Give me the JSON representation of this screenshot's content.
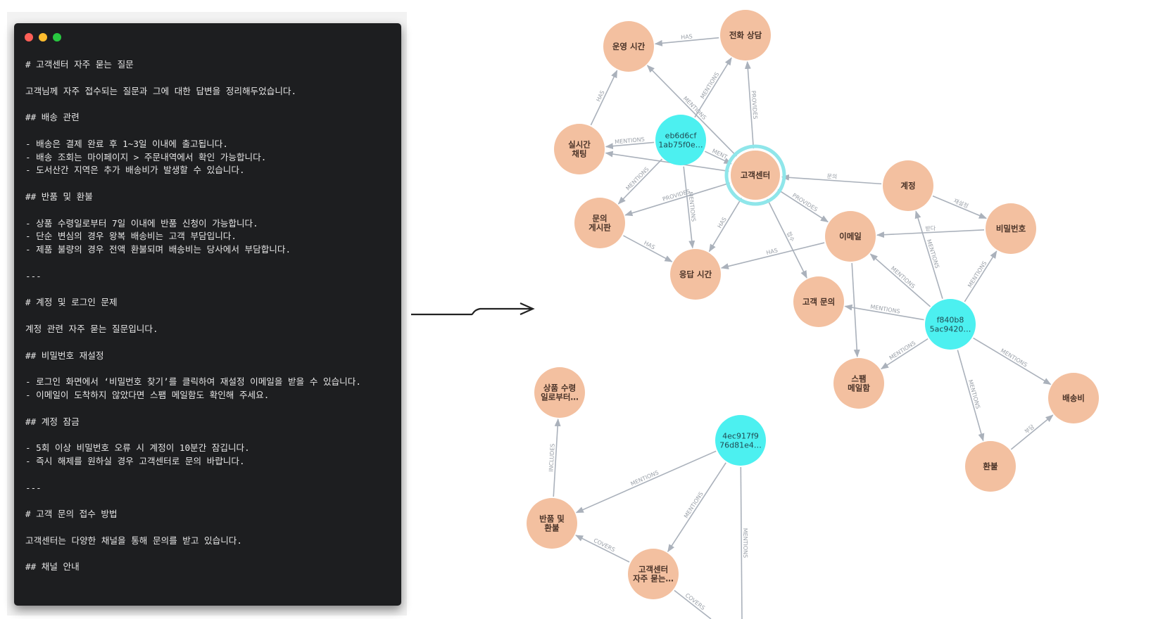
{
  "editor": {
    "lines": [
      "# 고객센터 자주 묻는 질문",
      "",
      "고객님께 자주 접수되는 질문과 그에 대한 답변을 정리해두었습니다.",
      "",
      "## 배송 관련",
      "",
      "- 배송은 결제 완료 후 1~3일 이내에 출고됩니다.",
      "- 배송 조회는 마이페이지 > 주문내역에서 확인 가능합니다.",
      "- 도서산간 지역은 추가 배송비가 발생할 수 있습니다.",
      "",
      "## 반품 및 환불",
      "",
      "- 상품 수령일로부터 7일 이내에 반품 신청이 가능합니다.",
      "- 단순 변심의 경우 왕복 배송비는 고객 부담입니다.",
      "- 제품 불량의 경우 전액 환불되며 배송비는 당사에서 부담합니다.",
      "",
      "---",
      "",
      "# 계정 및 로그인 문제",
      "",
      "계정 관련 자주 묻는 질문입니다.",
      "",
      "## 비밀번호 재설정",
      "",
      "- 로그인 화면에서 ‘비밀번호 찾기’를 클릭하여 재설정 이메일을 받을 수 있습니다.",
      "- 이메일이 도착하지 않았다면 스팸 메일함도 확인해 주세요.",
      "",
      "## 계정 잠금",
      "",
      "- 5회 이상 비밀번호 오류 시 계정이 10분간 잠깁니다.",
      "- 즉시 해제를 원하실 경우 고객센터로 문의 바랍니다.",
      "",
      "---",
      "",
      "# 고객 문의 접수 방법",
      "",
      "고객센터는 다양한 채널을 통해 문의를 받고 있습니다.",
      "",
      "## 채널 안내"
    ]
  },
  "graph": {
    "colors": {
      "entity": "#f3c0a0",
      "chunk": "#4cf0f0",
      "edge": "#aab1bb",
      "highlight_ring": "#8fe6ea"
    },
    "nodes": [
      {
        "id": "unyoung",
        "lines": [
          "운영 시간"
        ],
        "kind": "entity"
      },
      {
        "id": "jeonhwa",
        "lines": [
          "전화 상담"
        ],
        "kind": "entity"
      },
      {
        "id": "silsigan",
        "lines": [
          "실시간",
          "채팅"
        ],
        "kind": "entity"
      },
      {
        "id": "chunk1",
        "lines": [
          "eb6d6cf",
          "1ab75f0e…"
        ],
        "kind": "chunk"
      },
      {
        "id": "gogaek",
        "lines": [
          "고객센터"
        ],
        "kind": "entity",
        "highlight": true
      },
      {
        "id": "gyejeong",
        "lines": [
          "계정"
        ],
        "kind": "entity"
      },
      {
        "id": "bimil",
        "lines": [
          "비밀번호"
        ],
        "kind": "entity"
      },
      {
        "id": "munui",
        "lines": [
          "문의",
          "게시판"
        ],
        "kind": "entity"
      },
      {
        "id": "email",
        "lines": [
          "이메일"
        ],
        "kind": "entity"
      },
      {
        "id": "eungdap",
        "lines": [
          "응답 시간"
        ],
        "kind": "entity"
      },
      {
        "id": "gogaekmunui",
        "lines": [
          "고객 문의"
        ],
        "kind": "entity"
      },
      {
        "id": "chunk2",
        "lines": [
          "f840b8",
          "5ac9420…"
        ],
        "kind": "chunk"
      },
      {
        "id": "spam",
        "lines": [
          "스팸",
          "메일함"
        ],
        "kind": "entity"
      },
      {
        "id": "baesong",
        "lines": [
          "배송비"
        ],
        "kind": "entity"
      },
      {
        "id": "hwanbul",
        "lines": [
          "환불"
        ],
        "kind": "entity"
      },
      {
        "id": "sangpum",
        "lines": [
          "상품 수령",
          "일로부터…"
        ],
        "kind": "entity"
      },
      {
        "id": "chunk3",
        "lines": [
          "4ec917f9",
          "76d81e4…"
        ],
        "kind": "chunk"
      },
      {
        "id": "banpum",
        "lines": [
          "반품 및",
          "환불"
        ],
        "kind": "entity"
      },
      {
        "id": "faq",
        "lines": [
          "고객센터",
          "자주 묻는…"
        ],
        "kind": "entity"
      }
    ],
    "edges": [
      {
        "from": "jeonhwa",
        "to": "unyoung",
        "label": "HAS"
      },
      {
        "from": "silsigan",
        "to": "unyoung",
        "label": "HAS"
      },
      {
        "from": "gogaek",
        "to": "unyoung",
        "label": "MENTIONS"
      },
      {
        "from": "chunk1",
        "to": "jeonhwa",
        "label": "MENTIONS"
      },
      {
        "from": "gogaek",
        "to": "jeonhwa",
        "label": "PROVIDES"
      },
      {
        "from": "chunk1",
        "to": "silsigan",
        "label": "MENTIONS"
      },
      {
        "from": "gogaek",
        "to": "silsigan",
        "label": ""
      },
      {
        "from": "chunk1",
        "to": "gogaek",
        "label": "MENT"
      },
      {
        "from": "chunk1",
        "to": "munui",
        "label": "MENTIONS"
      },
      {
        "from": "chunk1",
        "to": "eungdap",
        "label": "MENTIONS"
      },
      {
        "from": "gogaek",
        "to": "munui",
        "label": "PROVIDES"
      },
      {
        "from": "gogaek",
        "to": "eungdap",
        "label": "HAS"
      },
      {
        "from": "gyejeong",
        "to": "gogaek",
        "label": "문의"
      },
      {
        "from": "gyejeong",
        "to": "bimil",
        "label": "재설정"
      },
      {
        "from": "gogaek",
        "to": "email",
        "label": "PROVIDES"
      },
      {
        "from": "gogaek",
        "to": "gogaekmunui",
        "label": "접수"
      },
      {
        "from": "bimil",
        "to": "email",
        "label": "받다"
      },
      {
        "from": "munui",
        "to": "eungdap",
        "label": "HAS"
      },
      {
        "from": "email",
        "to": "eungdap",
        "label": "HAS"
      },
      {
        "from": "email",
        "to": "spam",
        "label": ""
      },
      {
        "from": "chunk2",
        "to": "gyejeong",
        "label": "MENTIONS"
      },
      {
        "from": "chunk2",
        "to": "bimil",
        "label": "MENTIONS"
      },
      {
        "from": "chunk2",
        "to": "email",
        "label": "MENTIONS"
      },
      {
        "from": "chunk2",
        "to": "gogaekmunui",
        "label": "MENTIONS"
      },
      {
        "from": "chunk2",
        "to": "spam",
        "label": "MENTIONS"
      },
      {
        "from": "chunk2",
        "to": "baesong",
        "label": "MENTIONS"
      },
      {
        "from": "chunk2",
        "to": "hwanbul",
        "label": "MENTIONS"
      },
      {
        "from": "hwanbul",
        "to": "baesong",
        "label": "부담"
      },
      {
        "from": "banpum",
        "to": "sangpum",
        "label": "INCLUDES"
      },
      {
        "from": "chunk3",
        "to": "banpum",
        "label": "MENTIONS"
      },
      {
        "from": "chunk3",
        "to": "faq",
        "label": "MENTIONS"
      },
      {
        "from": "faq",
        "to": "banpum",
        "label": "COVERS"
      },
      {
        "from": "chunk3",
        "to": "offscreen1",
        "label": "MENTIONS"
      },
      {
        "from": "faq",
        "to": "offscreen2",
        "label": "COVERS"
      }
    ]
  }
}
